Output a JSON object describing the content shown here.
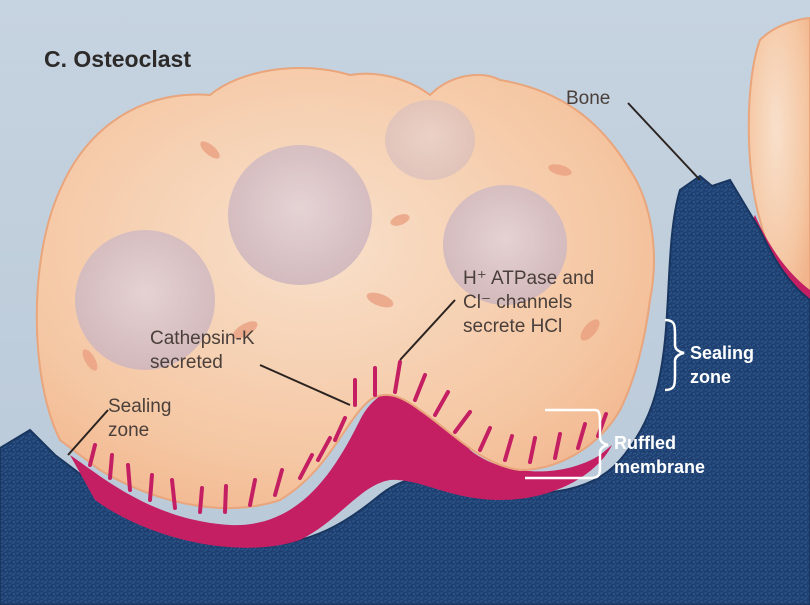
{
  "title": "C. Osteoclast",
  "labels": {
    "bone": "Bone",
    "cathepsin_line1": "Cathepsin-K",
    "cathepsin_line2": "secreted",
    "atpase_line1": "H⁺ ATPase and",
    "atpase_line2": "Cl⁻ channels",
    "atpase_line3": "secrete HCl",
    "sealing_left_line1": "Sealing",
    "sealing_left_line2": "zone",
    "sealing_right_line1": "Sealing",
    "sealing_right_line2": "zone",
    "ruffled_line1": "Ruffled",
    "ruffled_line2": "membrane"
  },
  "colors": {
    "background_sky": "#c9d6e3",
    "bone": "#1e3f6e",
    "cell_cytoplasm": "#f6c8a6",
    "nucleus": "#d9c2c6",
    "ruffled_border": "#c41f63",
    "label_text_dark": "#4a3f3a",
    "label_text_white": "#ffffff"
  }
}
